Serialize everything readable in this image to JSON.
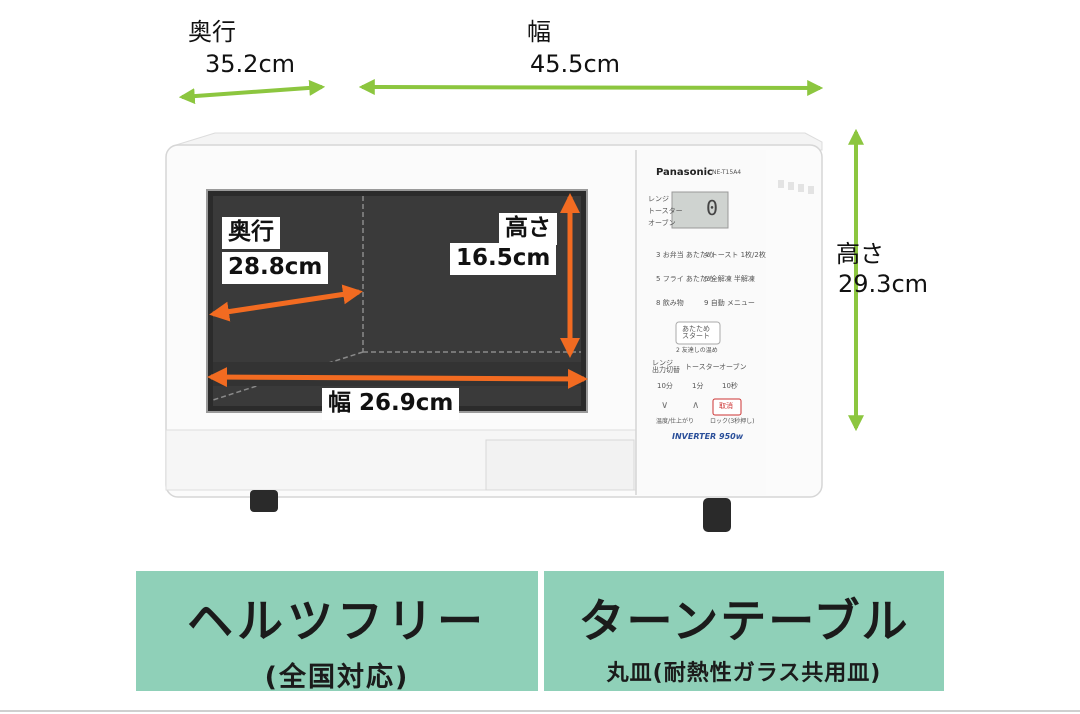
{
  "top_dims": {
    "depth_label": "奥行",
    "depth_value": "35.2cm",
    "width_label": "幅",
    "width_value": "45.5cm"
  },
  "side_dims": {
    "height_label": "高さ",
    "height_value": "29.3cm"
  },
  "inner_dims": {
    "depth_label": "奥行",
    "depth_value": "28.8cm",
    "height_label": "高さ",
    "height_value": "16.5cm",
    "width_text": "幅 26.9cm"
  },
  "microwave": {
    "brand": "Panasonic",
    "model": "NE-T15A4",
    "display_digit": "0",
    "mode_labels": [
      "レンジ",
      "トースター",
      "オーブン"
    ],
    "buttons": [
      {
        "num": "3",
        "label": "お弁当\nあたため"
      },
      {
        "num": "4",
        "label": "トースト\n1枚/2枚"
      },
      {
        "num": "5",
        "label": "フライ\nあたため"
      },
      {
        "num": "6",
        "label": "全解凍\n半解凍"
      },
      {
        "num": "8",
        "label": "飲み物"
      },
      {
        "num": "9",
        "label": "自動\nメニュー"
      }
    ],
    "start_label": "あたため\nスタート",
    "start_sub": "2 友達しの温め",
    "bottom_modes": [
      "レンジ\n出力切替",
      "トースター",
      "オーブン"
    ],
    "time_labels": [
      "10分",
      "1分",
      "10秒"
    ],
    "cancel_label": "取消",
    "adjust_label": "温度/仕上がり",
    "lock_label": "ロック(3秒押し)",
    "inverter_label": "INVERTER 950w"
  },
  "features": {
    "left_main": "ヘルツフリー",
    "left_sub": "(全国対応)",
    "right_main": "ターンテーブル",
    "right_sub": "丸皿(耐熱性ガラス共用皿)"
  },
  "colors": {
    "dimension_green": "#8cc63f",
    "inner_arrow_orange": "#f26b21",
    "banner_bg": "#8fd0b8"
  }
}
